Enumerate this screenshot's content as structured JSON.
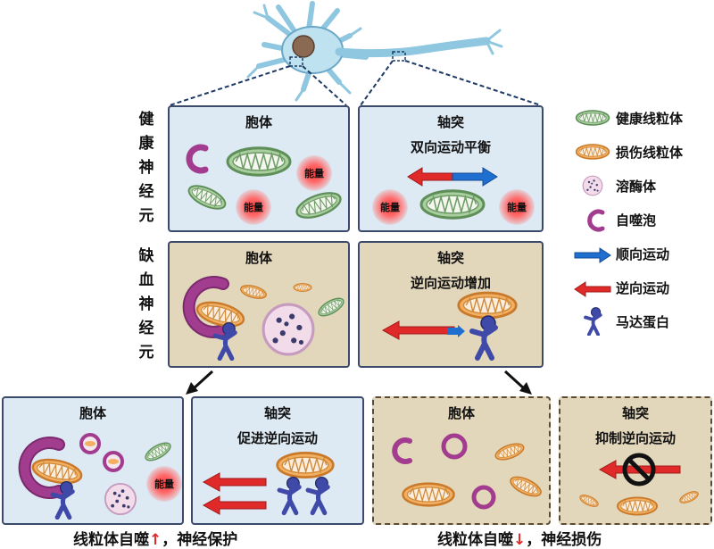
{
  "rows": {
    "healthy": "健康神经元",
    "ischemic": "缺血神经元"
  },
  "panels": {
    "healthy_soma": {
      "title": "胞体"
    },
    "healthy_axon": {
      "title": "轴突",
      "subtitle": "双向运动平衡"
    },
    "ischemic_soma": {
      "title": "胞体"
    },
    "ischemic_axon": {
      "title": "轴突",
      "subtitle": "逆向运动增加"
    },
    "protect_soma": {
      "title": "胞体"
    },
    "protect_axon": {
      "title": "轴突",
      "subtitle": "促进逆向运动"
    },
    "damage_soma": {
      "title": "胞体"
    },
    "damage_axon": {
      "title": "轴突",
      "subtitle": "抑制逆向运动"
    }
  },
  "energy_label": "能量",
  "legend": [
    {
      "label": "健康线粒体",
      "icon": "healthy-mitochondrion-icon"
    },
    {
      "label": "损伤线粒体",
      "icon": "damaged-mitochondrion-icon"
    },
    {
      "label": "溶酶体",
      "icon": "lysosome-icon"
    },
    {
      "label": "自噬泡",
      "icon": "autophagosome-icon"
    },
    {
      "label": "顺向运动",
      "icon": "anterograde-arrow-icon"
    },
    {
      "label": "逆向运动",
      "icon": "retrograde-arrow-icon"
    },
    {
      "label": "马达蛋白",
      "icon": "motor-protein-icon"
    }
  ],
  "captions": {
    "left": {
      "pre": "线粒体自噬",
      "arrow": "↑",
      "post": "，神经保护"
    },
    "right": {
      "pre": "线粒体自噬",
      "arrow": "↓",
      "post": "，神经损伤"
    }
  },
  "colors": {
    "healthy_bg": "#dde9f3",
    "ischemic_bg": "#e3d7bb",
    "anterograde": "#1f6fd1",
    "retrograde": "#e02a2a",
    "healthy_mito": "#8fbf86",
    "damaged_mito": "#f0a24a",
    "autophagosome": "#a23c8e"
  }
}
